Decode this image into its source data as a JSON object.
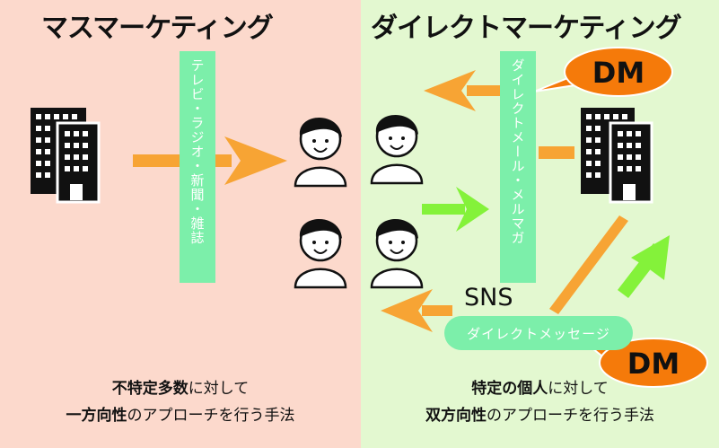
{
  "left": {
    "title": "マスマーケティング",
    "channel_label": "テレビ・ラジオ・新聞・雑誌",
    "caption_line1_bold": "不特定多数",
    "caption_line1_rest": "に対して",
    "caption_line2_bold": "一方向性",
    "caption_line2_rest": "のアプローチを行う手法"
  },
  "right": {
    "title": "ダイレクトマーケティング",
    "channel_label": "ダイレクトメール・メルマガ",
    "sns_label": "SNS",
    "sns_channel_label": "ダイレクトメッセージ",
    "dm_bubble_top": "DM",
    "dm_bubble_bottom": "DM",
    "caption_line1_bold": "特定の個人",
    "caption_line1_rest": "に対して",
    "caption_line2_bold": "双方向性",
    "caption_line2_rest": "のアプローチを行う手法"
  },
  "colors": {
    "left_bg": "#fcd9cc",
    "right_bg": "#e3f8d0",
    "orange": "#f7a434",
    "green": "#84f23a",
    "label_green": "#7cefaa",
    "bubble_orange": "#f57a0a"
  },
  "icons": [
    "office-building-icon",
    "person-icon",
    "arrow-icon",
    "speech-bubble-icon"
  ]
}
